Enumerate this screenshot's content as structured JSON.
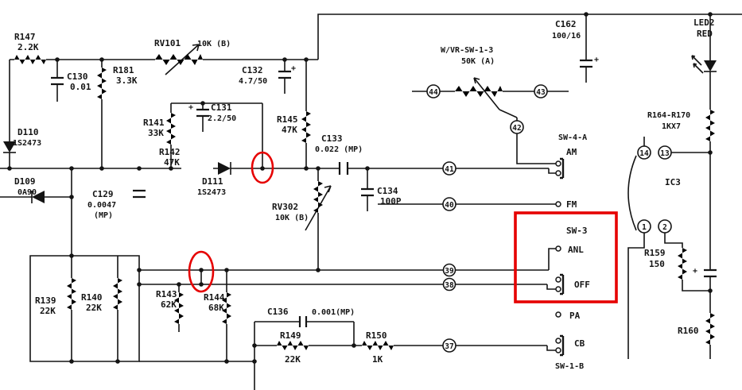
{
  "components": {
    "r147": {
      "ref": "R147",
      "value": "2.2K"
    },
    "c130": {
      "ref": "C130",
      "value": "0.01"
    },
    "r181": {
      "ref": "R181",
      "value": "3.3K"
    },
    "rv101": {
      "ref": "RV101",
      "value": "10K (B)"
    },
    "c132": {
      "ref": "C132",
      "value": "4.7/50"
    },
    "c131": {
      "ref": "C131",
      "value": "2.2/50"
    },
    "r141": {
      "ref": "R141",
      "value": "33K"
    },
    "r145": {
      "ref": "R145",
      "value": "47K"
    },
    "c133": {
      "ref": "C133",
      "value": "0.022 (MP)"
    },
    "d110": {
      "ref": "D110",
      "value": "1S2473"
    },
    "d109": {
      "ref": "D109",
      "value": "0A90"
    },
    "r142": {
      "ref": "R142",
      "value": "47K"
    },
    "d111": {
      "ref": "D111",
      "value": "1S2473"
    },
    "c129": {
      "ref": "C129",
      "value": "0.0047",
      "value2": "(MP)"
    },
    "rv302": {
      "ref": "RV302",
      "value": "10K (B)"
    },
    "c134": {
      "ref": "C134",
      "value": "100P"
    },
    "r139": {
      "ref": "R139",
      "value": "22K"
    },
    "r140": {
      "ref": "R140",
      "value": "22K"
    },
    "r143": {
      "ref": "R143",
      "value": "62K"
    },
    "r144": {
      "ref": "R144",
      "value": "68K"
    },
    "c136": {
      "ref": "C136",
      "value": "0.001(MP)"
    },
    "r149": {
      "ref": "R149",
      "value": "22K"
    },
    "r150": {
      "ref": "R150",
      "value": "1K"
    },
    "c162": {
      "ref": "C162",
      "value": "100/16"
    },
    "led": {
      "ref": "LED2",
      "value": "RED"
    },
    "vr_sw": {
      "ref": "W/VR-SW-1-3",
      "value": "50K (A)"
    },
    "r164_r170": {
      "ref": "R164-R170",
      "value": "1KX7"
    },
    "ic3": {
      "ref": "IC3"
    },
    "r159": {
      "ref": "R159",
      "value": "150"
    },
    "r160": {
      "ref": "R160"
    }
  },
  "switches": {
    "sw4a": "SW-4-A",
    "am": "AM",
    "fm": "FM",
    "sw3": "SW-3",
    "anl": "ANL",
    "off": "OFF",
    "pa": "PA",
    "cb": "CB",
    "sw1b": "SW-1-B"
  },
  "pins": {
    "p44": "44",
    "p43": "43",
    "p42": "42",
    "p41": "41",
    "p40": "40",
    "p39": "39",
    "p38": "38",
    "p37": "37",
    "p14": "14",
    "p13": "13",
    "p1": "1",
    "p2": "2"
  },
  "symbols": {
    "plus": "+"
  },
  "annotations": {
    "highlight_color": "#e60000"
  }
}
